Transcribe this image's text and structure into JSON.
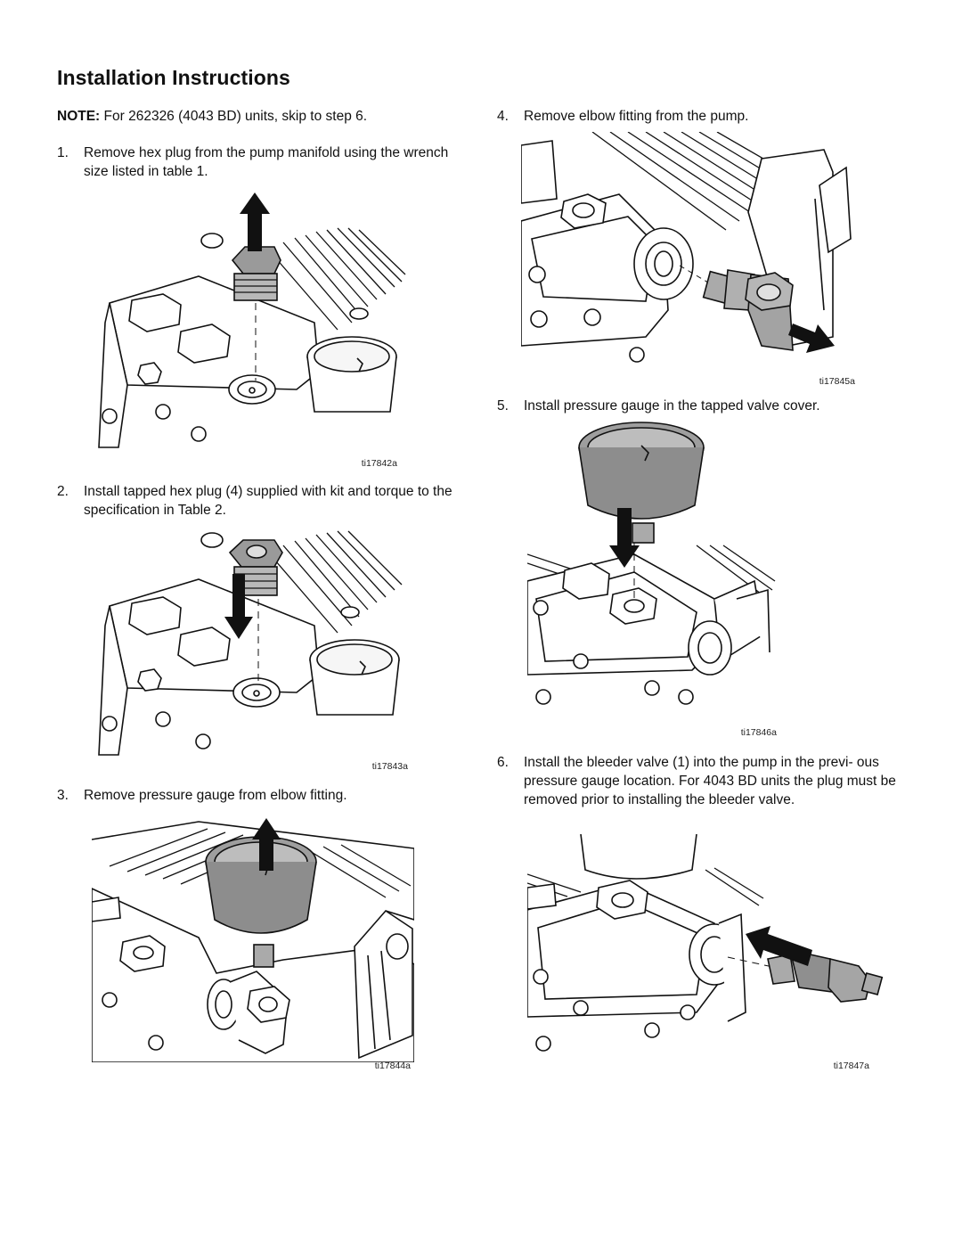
{
  "page": {
    "title": "Installation Instructions"
  },
  "note": {
    "label": "NOTE:",
    "text": " For 262326 (4043 BD) units, skip to step 6."
  },
  "steps": [
    {
      "num": "1.",
      "text": "Remove hex plug from the pump manifold using the wrench size listed in table 1.",
      "figure_id": "ti17842a"
    },
    {
      "num": "2.",
      "text": "Install tapped hex plug (4) supplied with kit and torque to the specification in Table 2.",
      "figure_id": "ti17843a"
    },
    {
      "num": "3.",
      "text": "Remove pressure gauge from elbow fitting.",
      "figure_id": "ti17844a"
    },
    {
      "num": "4.",
      "text": "Remove elbow fitting from the pump.",
      "figure_id": "ti17845a"
    },
    {
      "num": "5.",
      "text": "Install pressure gauge in the tapped valve cover.",
      "figure_id": "ti17846a"
    },
    {
      "num": "6.",
      "text": "Install the bleeder valve (1) into the pump in the previ- ous pressure gauge location. For 4043 BD units the plug must be removed prior to installing the bleeder valve.",
      "figure_id": "ti17847a"
    }
  ]
}
